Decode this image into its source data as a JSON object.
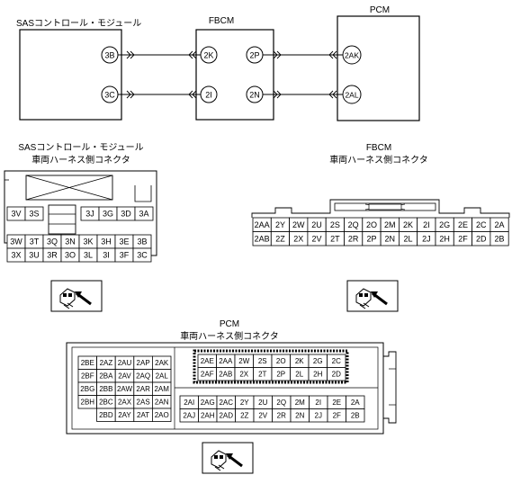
{
  "wiring": {
    "sas_label": "SASコントロール・モジュール",
    "fbcm_label": "FBCM",
    "pcm_label": "PCM",
    "sas_pins": [
      "3B",
      "3C"
    ],
    "fbcm_pins_left": [
      "2K",
      "2I"
    ],
    "fbcm_pins_right": [
      "2P",
      "2N"
    ],
    "pcm_pins": [
      "2AK",
      "2AL"
    ]
  },
  "sas_connector": {
    "title_line1": "SASコントロール・モジュール",
    "title_line2": "車両ハーネス側コネクタ",
    "row1_left": [
      "3V",
      "3S"
    ],
    "row1_right": [
      "3J",
      "3G",
      "3D",
      "3A"
    ],
    "row2": [
      "3W",
      "3T",
      "3Q",
      "3N",
      "3K",
      "3H",
      "3E",
      "3B"
    ],
    "row3": [
      "3X",
      "3U",
      "3R",
      "3O",
      "3L",
      "3I",
      "3F",
      "3C"
    ]
  },
  "fbcm_connector": {
    "title_line1": "FBCM",
    "title_line2": "車両ハーネス側コネクタ",
    "row1": [
      "2AA",
      "2Y",
      "2W",
      "2U",
      "2S",
      "2Q",
      "2O",
      "2M",
      "2K",
      "2I",
      "2G",
      "2E",
      "2C",
      "2A"
    ],
    "row2": [
      "2AB",
      "2Z",
      "2X",
      "2V",
      "2T",
      "2R",
      "2P",
      "2N",
      "2L",
      "2J",
      "2H",
      "2F",
      "2D",
      "2B"
    ]
  },
  "pcm_connector": {
    "title_line1": "PCM",
    "title_line2": "車両ハーネス側コネクタ",
    "left_rows": [
      [
        "2BE",
        "2AZ",
        "2AU",
        "2AP",
        "2AK"
      ],
      [
        "2BF",
        "2BA",
        "2AV",
        "2AQ",
        "2AL"
      ],
      [
        "2BG",
        "2BB",
        "2AW",
        "2AR",
        "2AM"
      ],
      [
        "2BH",
        "2BC",
        "2AX",
        "2AS",
        "2AN"
      ],
      [
        "",
        "2BD",
        "2AY",
        "2AT",
        "2AO"
      ]
    ],
    "top_right_rows": [
      [
        "2AE",
        "2AA",
        "2W",
        "2S",
        "2O",
        "2K",
        "2G",
        "2C"
      ],
      [
        "2AF",
        "2AB",
        "2X",
        "2T",
        "2P",
        "2L",
        "2H",
        "2D"
      ]
    ],
    "bottom_right_rows": [
      [
        "2AI",
        "2AG",
        "2AC",
        "2Y",
        "2U",
        "2Q",
        "2M",
        "2I",
        "2E",
        "2A"
      ],
      [
        "2AJ",
        "2AH",
        "2AD",
        "2Z",
        "2V",
        "2R",
        "2N",
        "2J",
        "2F",
        "2B"
      ]
    ]
  }
}
